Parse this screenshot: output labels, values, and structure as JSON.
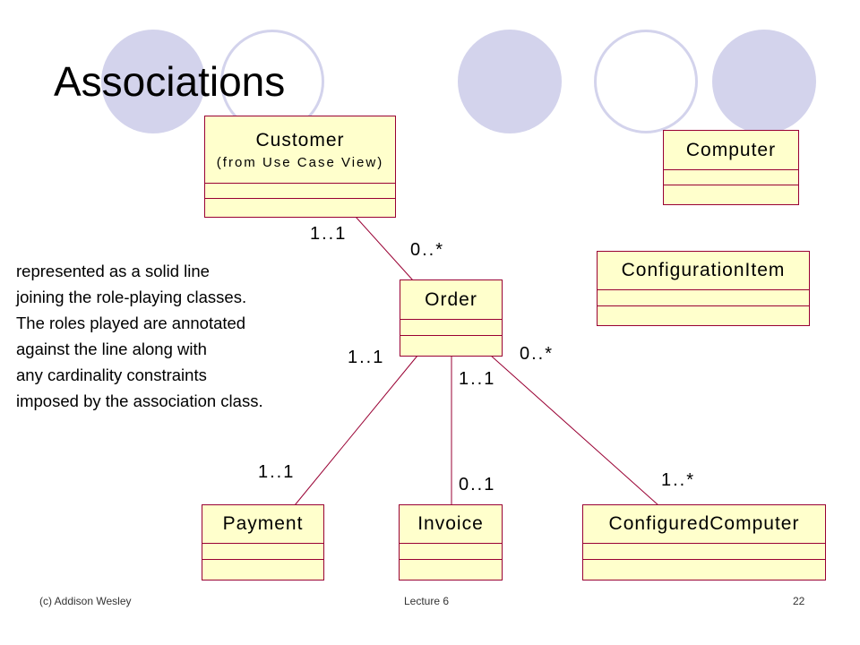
{
  "slide": {
    "title": "Associations",
    "footer": {
      "left": "(c) Addison Wesley",
      "center": "Lecture 6",
      "right": "22"
    }
  },
  "theme": {
    "circle_color": "#d3d3ec",
    "class_fill": "#ffffcc",
    "class_border": "#990033"
  },
  "note_lines": [
    "represented as a solid line",
    "joining the role-playing classes.",
    "The roles played are annotated",
    "against the line along with",
    "any cardinality constraints",
    "imposed by the association class."
  ],
  "classes": {
    "customer": {
      "name": "Customer",
      "stereotype": "(from Use Case View)"
    },
    "computer": {
      "name": "Computer"
    },
    "order": {
      "name": "Order"
    },
    "configuration_item": {
      "name": "ConfigurationItem"
    },
    "payment": {
      "name": "Payment"
    },
    "invoice": {
      "name": "Invoice"
    },
    "configured_computer": {
      "name": "ConfiguredComputer"
    }
  },
  "multiplicities": {
    "customer_end": "1..1",
    "order_customer_end": "0..*",
    "order_payment_end": "1..1",
    "order_invoice_end": "1..1",
    "order_configured_end": "0..*",
    "payment_end": "1..1",
    "invoice_end": "0..1",
    "configured_end": "1..*"
  }
}
